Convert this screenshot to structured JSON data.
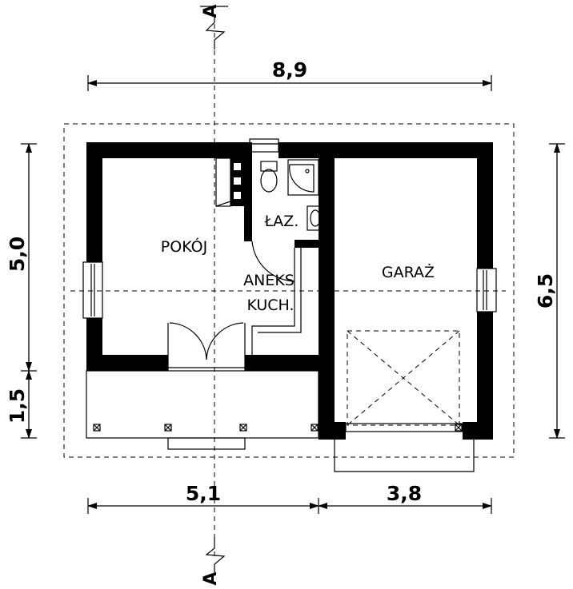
{
  "section_marks": {
    "top_label": "A",
    "bottom_label": "A"
  },
  "dimensions": {
    "total_width": "8,9",
    "left_width": "5,1",
    "right_width": "3,8",
    "house_depth": "5,0",
    "terrace_depth": "1,5",
    "total_depth": "6,5"
  },
  "rooms": {
    "living_room": "POKÓJ",
    "bathroom": "ŁAZ.",
    "kitchenette_line1": "ANEKS",
    "kitchenette_line2": "KUCH.",
    "garage": "GARAŻ"
  }
}
